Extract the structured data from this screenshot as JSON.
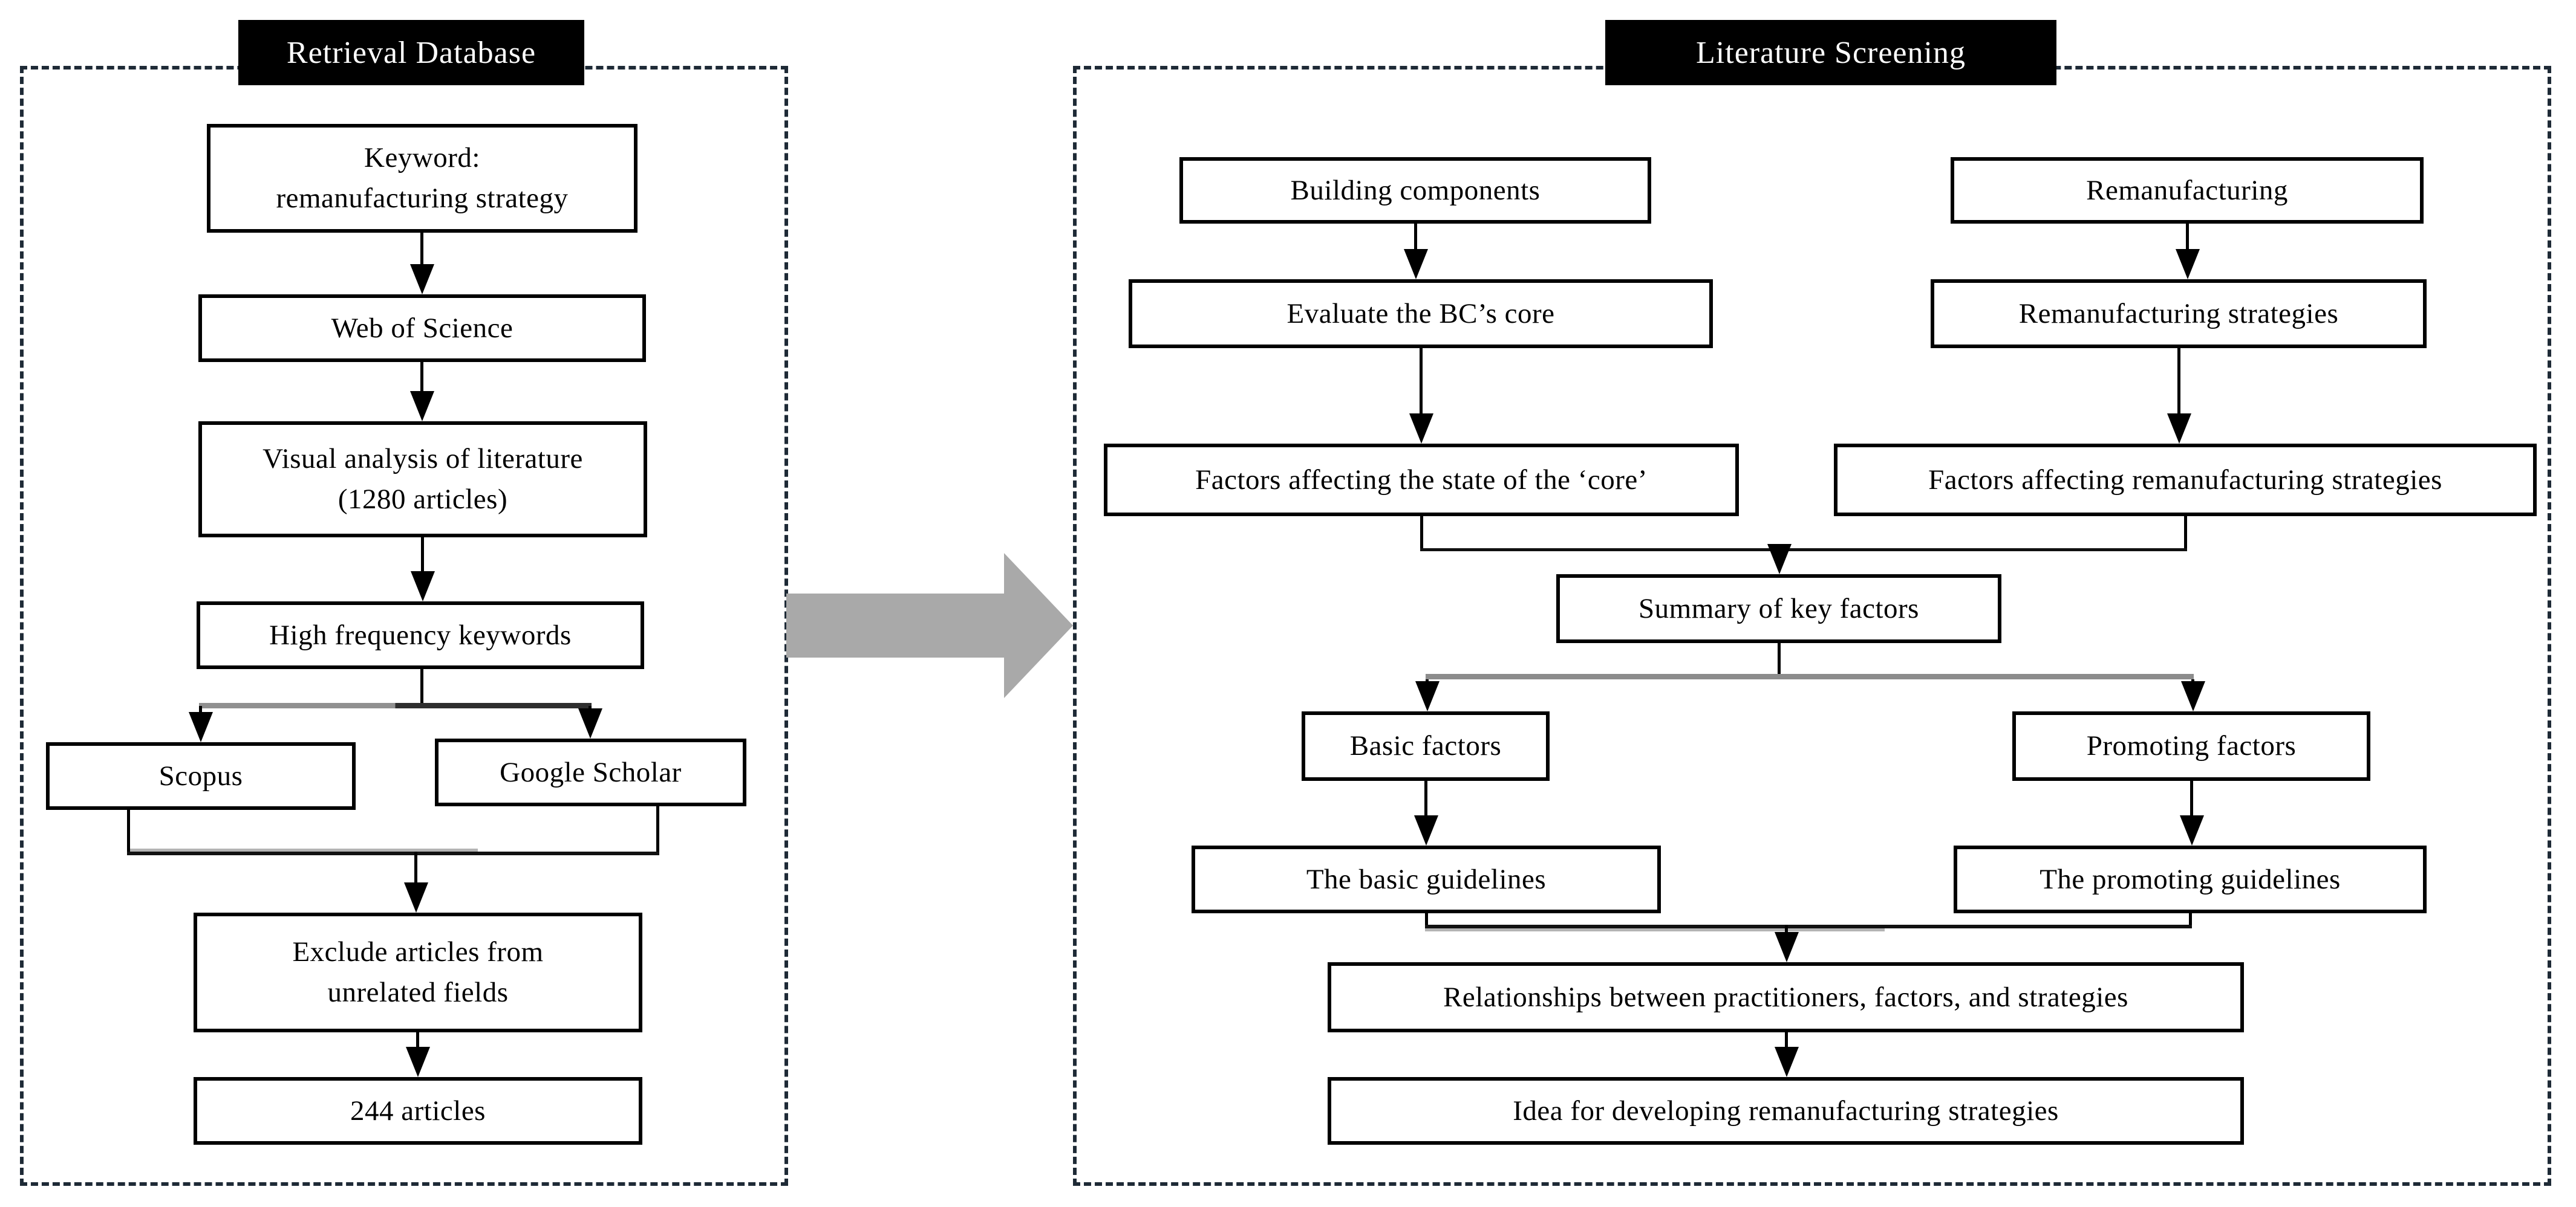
{
  "left_panel": {
    "title": "Retrieval Database",
    "keyword": {
      "line1": "Keyword:",
      "line2": "remanufacturing strategy"
    },
    "web_of_science": "Web of Science",
    "visual_analysis": {
      "line1": "Visual analysis of literature",
      "line2": "(1280 articles)"
    },
    "high_frequency_keywords": "High frequency keywords",
    "scopus": "Scopus",
    "google_scholar": "Google Scholar",
    "exclude_articles": {
      "line1": "Exclude articles from",
      "line2": "unrelated fields"
    },
    "articles_count": "244 articles"
  },
  "right_panel": {
    "title": "Literature Screening",
    "building_components": "Building components",
    "remanufacturing": "Remanufacturing",
    "evaluate_bc_core": "Evaluate the BC’s core",
    "remanufacturing_strategies": "Remanufacturing strategies",
    "factors_core": "Factors affecting the state of the ‘core’",
    "factors_strategies": "Factors affecting remanufacturing strategies",
    "summary_key_factors": "Summary of key factors",
    "basic_factors": "Basic factors",
    "promoting_factors": "Promoting factors",
    "basic_guidelines": "The basic guidelines",
    "promoting_guidelines": "The promoting guidelines",
    "relationships": "Relationships between practitioners, factors, and strategies",
    "idea": "Idea for developing remanufacturing strategies"
  },
  "colors": {
    "title_background": "#000000",
    "title_text": "#ffffff",
    "box_border": "#000000",
    "box_background": "#ffffff",
    "dashed_border": "#1e2a36",
    "big_arrow": "#a9a9a9",
    "branch_bar_gray": "#8c8c8c"
  }
}
